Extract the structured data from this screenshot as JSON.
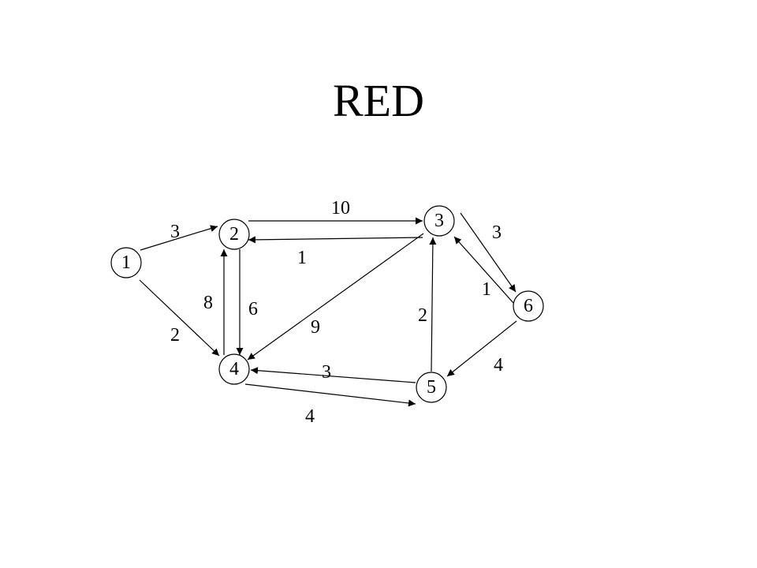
{
  "title": "RED",
  "graph": {
    "nodes": [
      {
        "id": "1",
        "label": "1"
      },
      {
        "id": "2",
        "label": "2"
      },
      {
        "id": "3",
        "label": "3"
      },
      {
        "id": "4",
        "label": "4"
      },
      {
        "id": "5",
        "label": "5"
      },
      {
        "id": "6",
        "label": "6"
      }
    ],
    "edges": [
      {
        "from": "1",
        "to": "2",
        "weight": "3"
      },
      {
        "from": "1",
        "to": "4",
        "weight": "2"
      },
      {
        "from": "2",
        "to": "3",
        "weight": "10"
      },
      {
        "from": "3",
        "to": "2",
        "weight": "1"
      },
      {
        "from": "4",
        "to": "2",
        "weight": "8"
      },
      {
        "from": "2",
        "to": "4",
        "weight": "6"
      },
      {
        "from": "3",
        "to": "4",
        "weight": "9"
      },
      {
        "from": "3",
        "to": "6",
        "weight": "3"
      },
      {
        "from": "6",
        "to": "3",
        "weight": "1"
      },
      {
        "from": "5",
        "to": "3",
        "weight": "2"
      },
      {
        "from": "6",
        "to": "5",
        "weight": "4"
      },
      {
        "from": "5",
        "to": "4",
        "weight": "3"
      },
      {
        "from": "4",
        "to": "5",
        "weight": "4"
      }
    ]
  }
}
